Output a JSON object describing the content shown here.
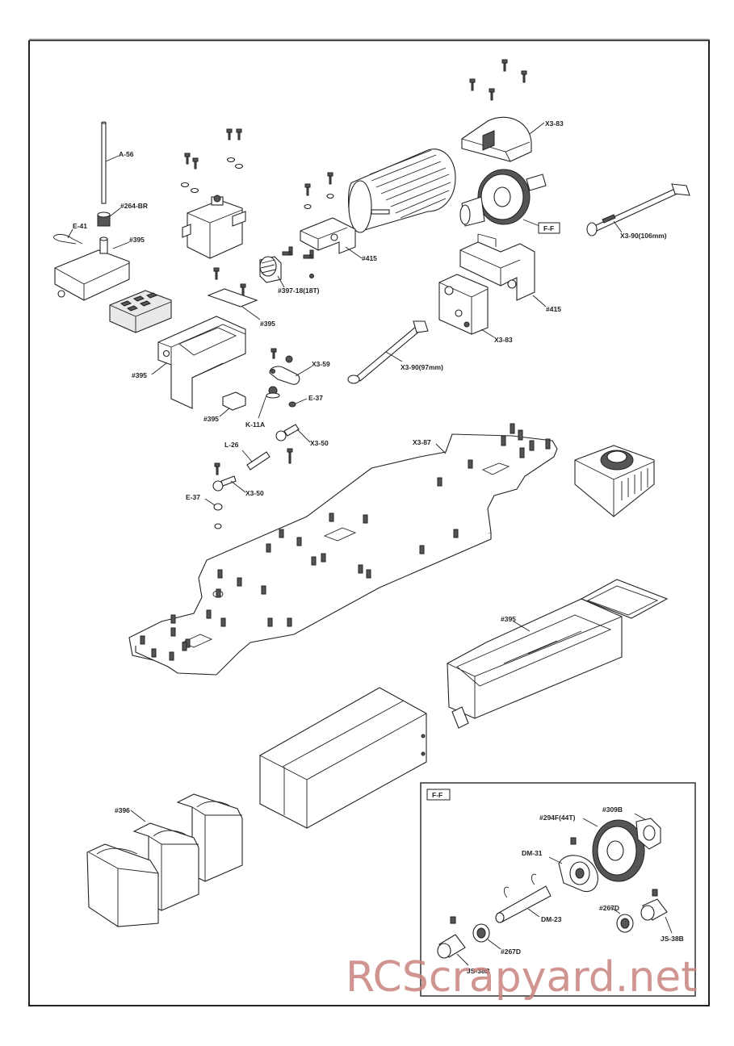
{
  "labels": {
    "a56": "A-56",
    "n264br": "#264-BR",
    "e41": "E-41",
    "n395a": "#395",
    "n395b": "#395",
    "n395c": "#395",
    "n395d": "#395",
    "n395e": "#395",
    "n397": "#397-18(18T)",
    "n415a": "#415",
    "n415b": "#415",
    "x383a": "X3-83",
    "x383b": "X3-83",
    "ff": "F-F",
    "x390a": "X3-90(106mm)",
    "x390b": "X3-90(97mm)",
    "x359": "X3-59",
    "e37a": "E-37",
    "e37b": "E-37",
    "k11a": "K-11A",
    "l26": "L-26",
    "x350a": "X3-50",
    "x350b": "X3-50",
    "x387": "X3-87",
    "n396": "#396"
  },
  "inset": {
    "title": "F-F",
    "labels": {
      "n294f": "#294F(44T)",
      "n309b": "#309B",
      "dm31": "DM-31",
      "dm23": "DM-23",
      "n267da": "#267D",
      "n267db": "#267D",
      "js38ba": "JS-38B",
      "js38bb": "JS-38B"
    }
  },
  "watermark": "RCScrapyard.net"
}
